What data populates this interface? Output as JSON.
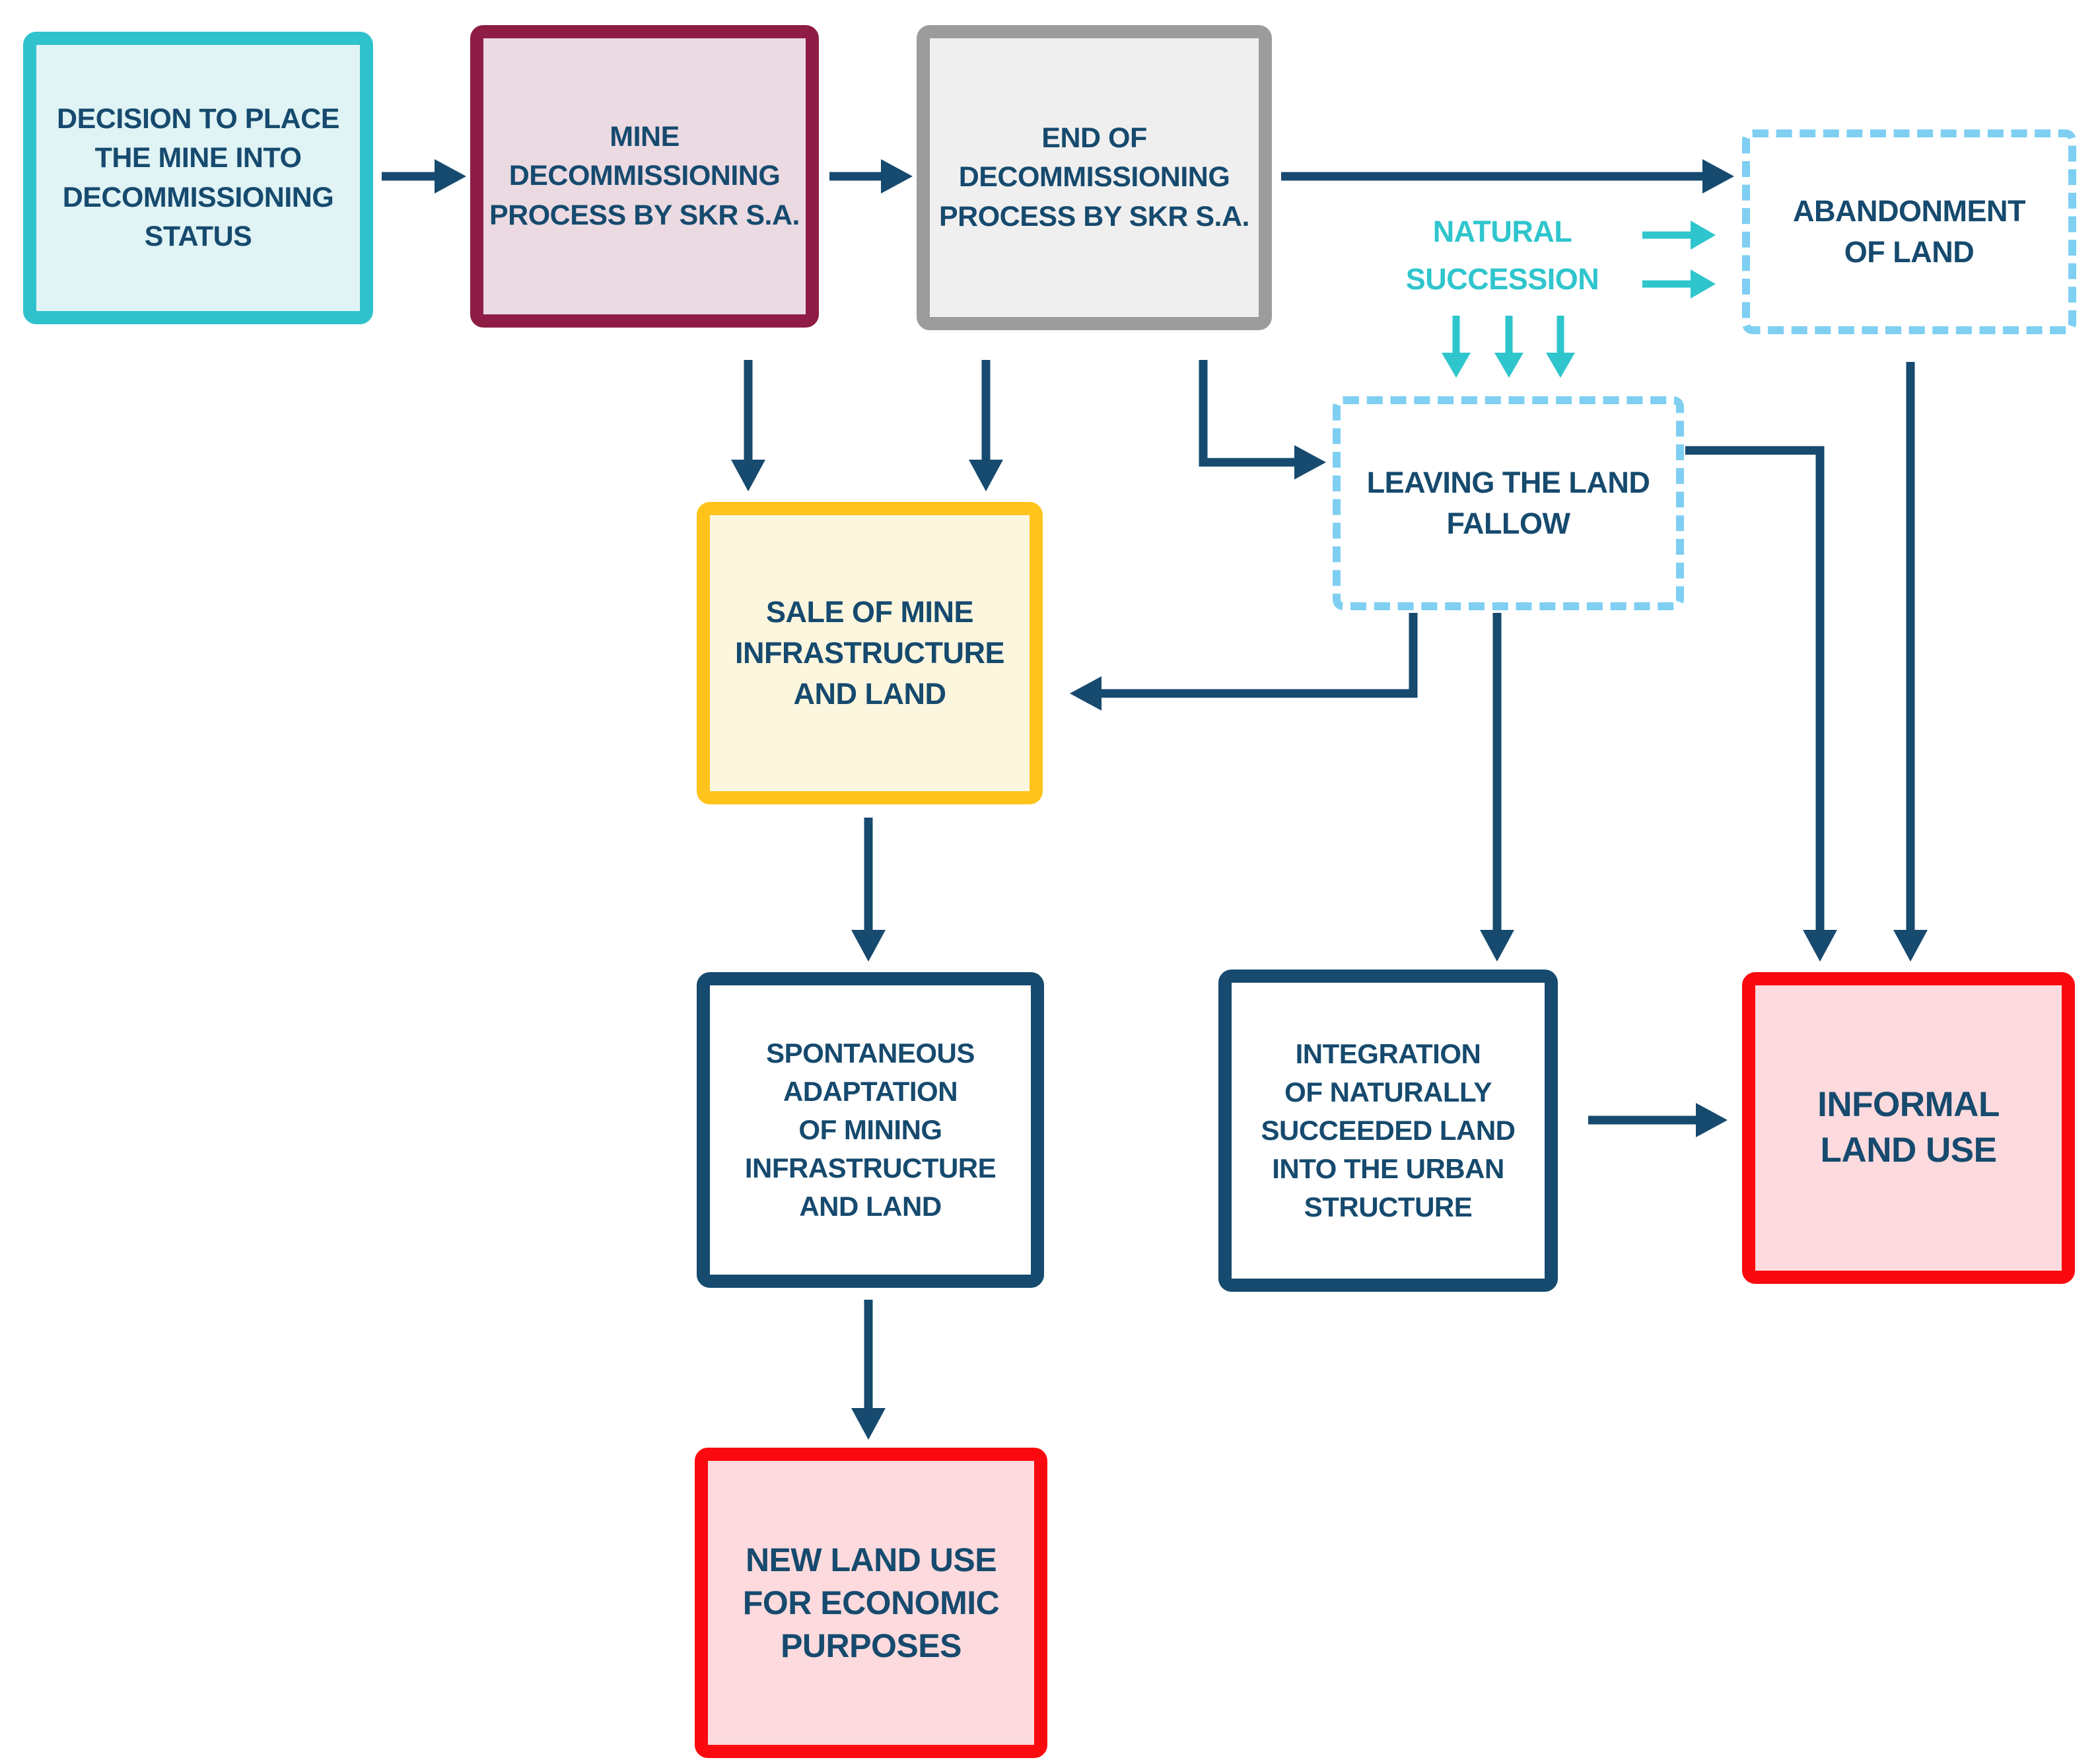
{
  "colors": {
    "navy": "#164A6E",
    "turquoise": "#2FC5CD",
    "turquoiseBorder": "#2FC2CD",
    "decisionBg": "#E0F3F5",
    "maroon": "#8E1C45",
    "mineBg": "#EBDAE2",
    "gray": "#9C9C9C",
    "endBg": "#F0EFEF",
    "skyblue": "#7FCFF2",
    "yellow": "#FFC31B",
    "saleBg": "#FCF6DE",
    "red": "#FA0A0F",
    "pinkBg": "#FCDADD"
  },
  "nodes": {
    "decision": {
      "label": "DECISION TO PLACE\nTHE MINE INTO\nDECOMMISSIONING\nSTATUS"
    },
    "mine": {
      "label": "MINE\nDECOMMISSIONING\nPROCESS BY SKR S.A."
    },
    "end": {
      "label": "END OF\nDECOMMISSIONING\nPROCESS BY SKR S.A."
    },
    "abandonment": {
      "label": "ABANDONMENT\nOF LAND"
    },
    "leaving": {
      "label": "LEAVING THE LAND\nFALLOW"
    },
    "sale": {
      "label": "SALE OF MINE\nINFRASTRUCTURE\nAND LAND"
    },
    "spontaneous": {
      "label": "SPONTANEOUS\nADAPTATION\nOF MINING\nINFRASTRUCTURE\nAND LAND"
    },
    "integration": {
      "label": "INTEGRATION\nOF NATURALLY\nSUCCEEDED LAND\nINTO THE URBAN\nSTRUCTURE"
    },
    "informal": {
      "label": "INFORMAL\nLAND USE"
    },
    "newuse": {
      "label": "NEW LAND USE\nFOR ECONOMIC\nPURPOSES"
    }
  },
  "annotations": {
    "natural_succession": "NATURAL\nSUCCESSION"
  },
  "edges": [
    {
      "from": "decision",
      "to": "mine",
      "color": "navy"
    },
    {
      "from": "mine",
      "to": "end",
      "color": "navy"
    },
    {
      "from": "end",
      "to": "abandonment",
      "color": "navy"
    },
    {
      "from": "mine",
      "to": "sale",
      "color": "navy"
    },
    {
      "from": "end",
      "to": "sale",
      "color": "navy"
    },
    {
      "from": "end",
      "to": "leaving",
      "color": "navy"
    },
    {
      "from": "leaving",
      "to": "sale",
      "color": "navy"
    },
    {
      "from": "leaving",
      "to": "integration",
      "color": "navy"
    },
    {
      "from": "leaving",
      "to": "informal",
      "color": "navy"
    },
    {
      "from": "abandonment",
      "to": "informal",
      "color": "navy"
    },
    {
      "from": "sale",
      "to": "spontaneous",
      "color": "navy"
    },
    {
      "from": "spontaneous",
      "to": "newuse",
      "color": "navy"
    },
    {
      "from": "integration",
      "to": "informal",
      "color": "navy"
    },
    {
      "from": "natural_succession",
      "to": "abandonment",
      "color": "turquoise",
      "arrows": 2
    },
    {
      "from": "natural_succession",
      "to": "leaving",
      "color": "turquoise",
      "arrows": 3
    }
  ]
}
